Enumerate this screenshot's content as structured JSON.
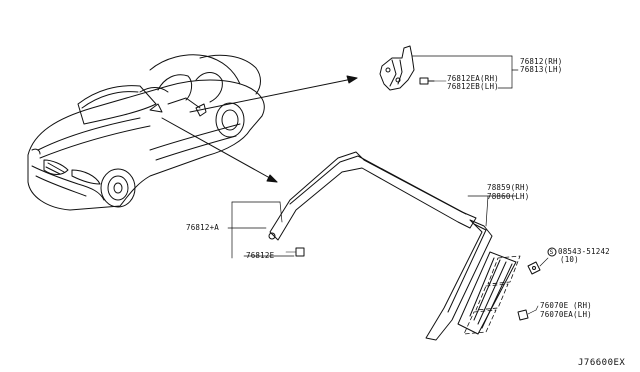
{
  "labels": {
    "p76812_rh": "76812(RH)",
    "p76813_lh": "76813(LH)",
    "p76812ea_rh": "76812EA(RH)",
    "p76812eb_lh": "76812EB(LH)",
    "p76812_a": "76812+A",
    "p76812e": "76812E",
    "p78859_rh": "78859(RH)",
    "p78860_lh": "78860(LH)",
    "bolt_no": "08543-51242",
    "bolt_circled": "S",
    "bolt_qty": "(10)",
    "p76070e_rh": "76070E (RH)",
    "p76070ea_lh": "76070EA(LH)"
  },
  "diagram_code": "J76600EX"
}
